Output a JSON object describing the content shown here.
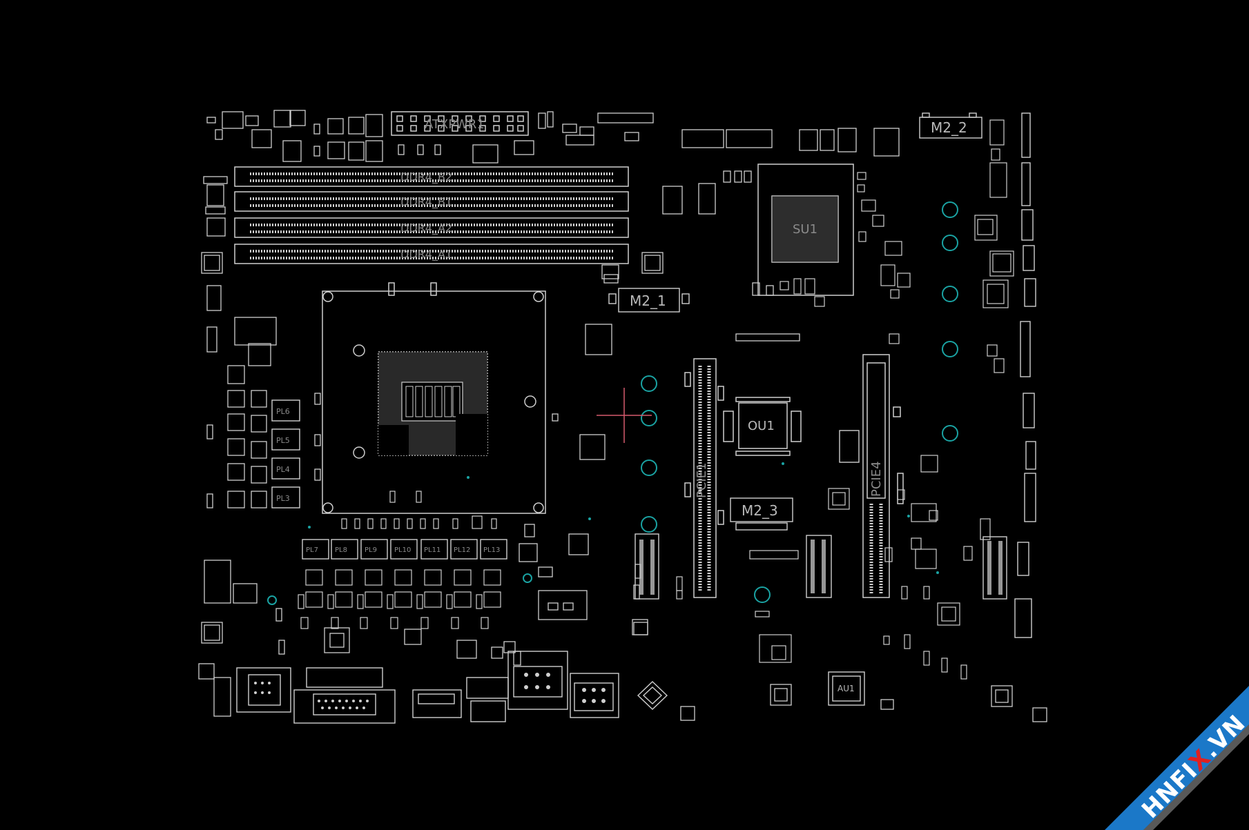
{
  "view": {
    "background": "#000000",
    "outline_color": "#cfcfcf",
    "hole_color": "#1aa3a3",
    "cursor_color": "#d65a6e"
  },
  "labels": {
    "atxpwr": "ATXPWR1",
    "dimm_b2": "DDR4_B2",
    "dimm_b1": "DDR4_B1",
    "dimm_a2": "DDR4_A2",
    "dimm_a1": "DDR4_A1",
    "m2_1": "M2_1",
    "m2_2": "M2_2",
    "m2_3": "M2_3",
    "pch": "SU1",
    "ou1": "OU1",
    "au1": "AU1",
    "pcie4": "PCIE4",
    "pcie1": "PCIE1",
    "pl": [
      "PL6",
      "PL5",
      "PL4",
      "PL3"
    ],
    "pl_row": [
      "PL7",
      "PL8",
      "PL9",
      "PL10",
      "PL11",
      "PL12",
      "PL13"
    ]
  },
  "watermark": {
    "part1": "HNFI",
    "part2": "X",
    "part3": ".VN",
    "band_color": "#1b78c8"
  }
}
